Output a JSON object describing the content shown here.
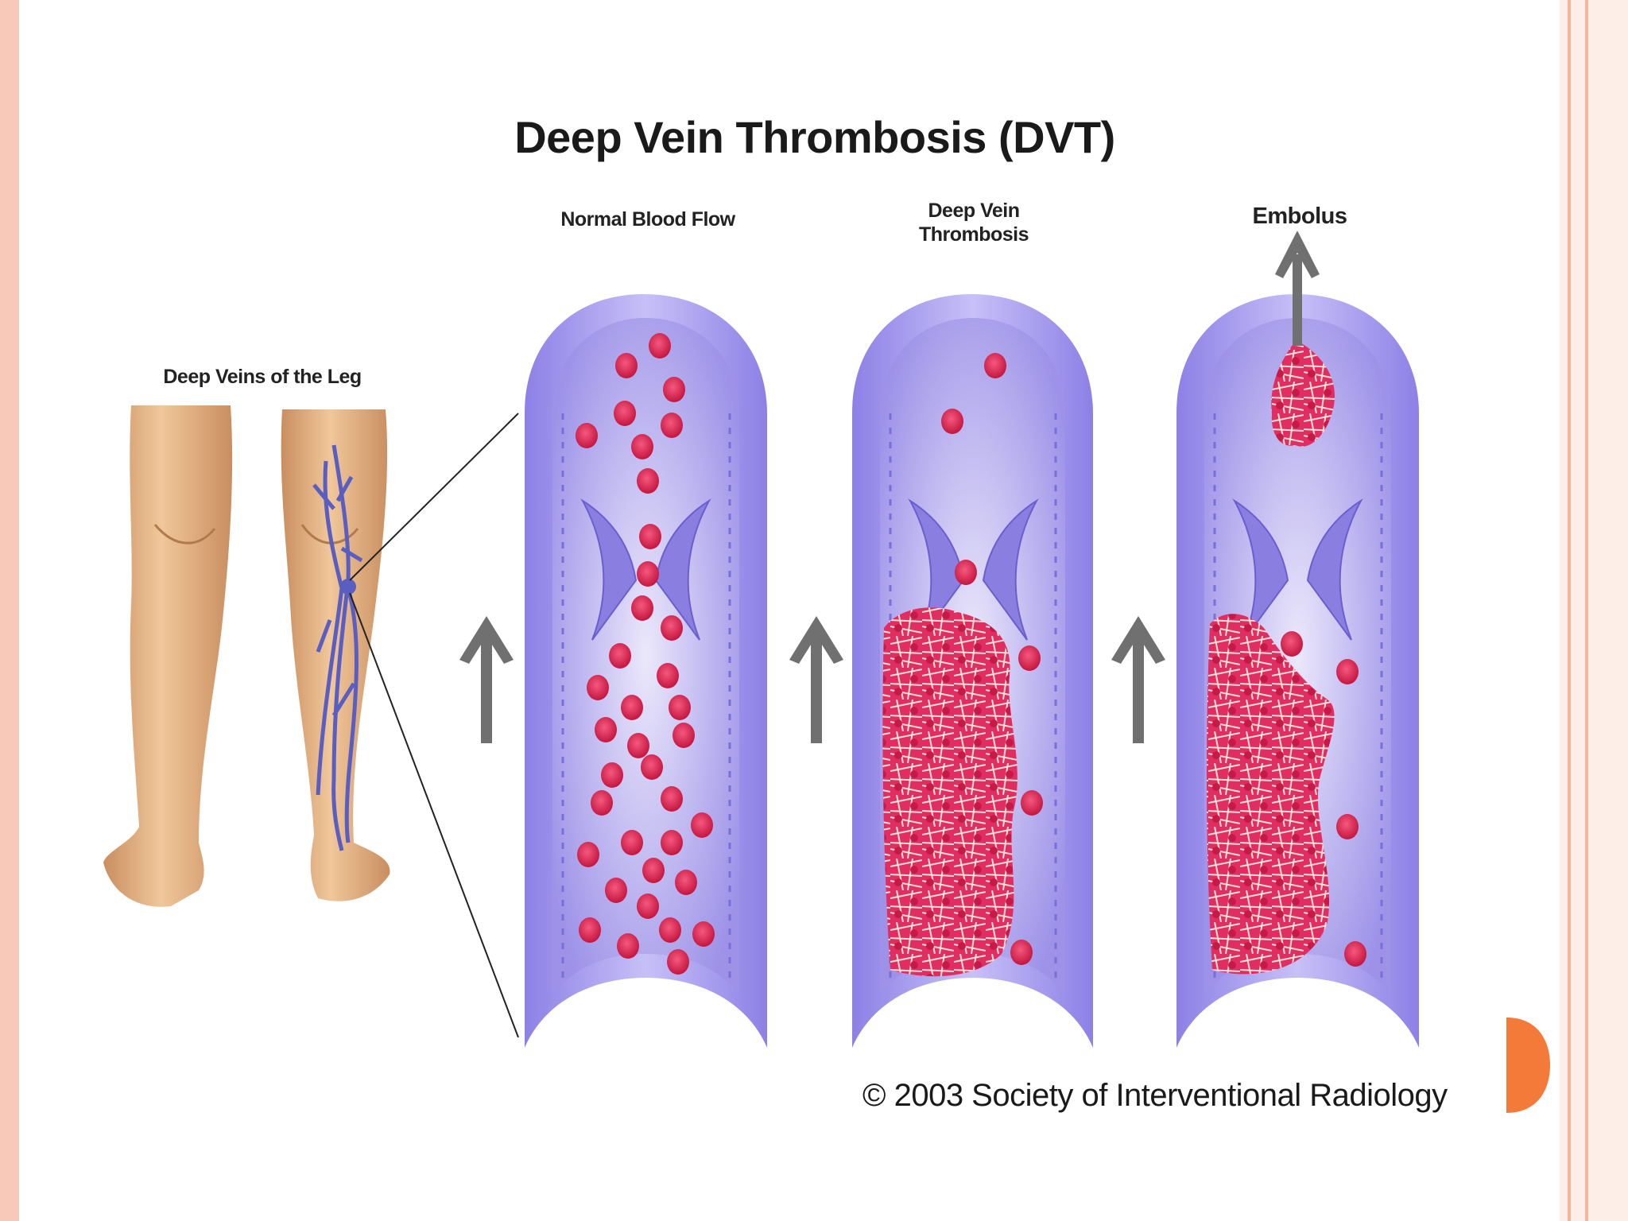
{
  "title": "Deep Vein Thrombosis (DVT)",
  "labels": {
    "normal": "Normal Blood Flow",
    "dvt": "Deep Vein Thrombosis",
    "embolus": "Embolus",
    "leg": "Deep Veins of the Leg"
  },
  "credit": "© 2003 Society of Interventional Radiology",
  "colors": {
    "vessel_wall": "#a89af0",
    "vessel_inner": "#d8d4f6",
    "blood_cell": "#e0245c",
    "clot": "#e8336a",
    "arrow": "#6e6e6e",
    "skin": "#e8b98a",
    "vein": "#5a5ec0",
    "accent": "#f47a3a",
    "border": "#f8c9b8"
  }
}
